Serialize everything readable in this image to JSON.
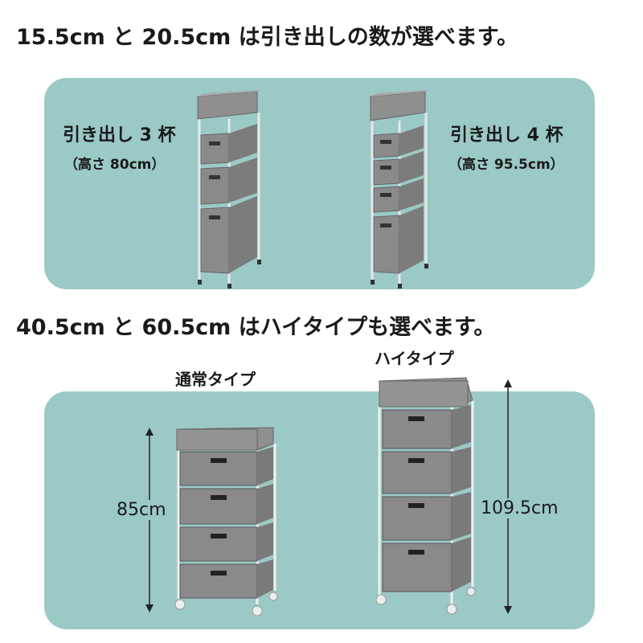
{
  "top": {
    "heading": "15.5cm と 20.5cm は引き出しの数が選べます。",
    "three_drawers": {
      "title": "引き出し 3 杯",
      "height": "（高さ 80cm）"
    },
    "four_drawers": {
      "title": "引き出し 4 杯",
      "height": "（高さ 95.5cm）"
    }
  },
  "bottom": {
    "heading": "40.5cm と 60.5cm はハイタイプも選べます。",
    "normal": {
      "title": "通常タイプ",
      "height": "85cm"
    },
    "high": {
      "title": "ハイタイプ",
      "height": "109.5cm"
    }
  },
  "colors": {
    "panel": "#9bc9c5",
    "basket": "#8a8a8a",
    "frame": "#f2f2f2"
  }
}
